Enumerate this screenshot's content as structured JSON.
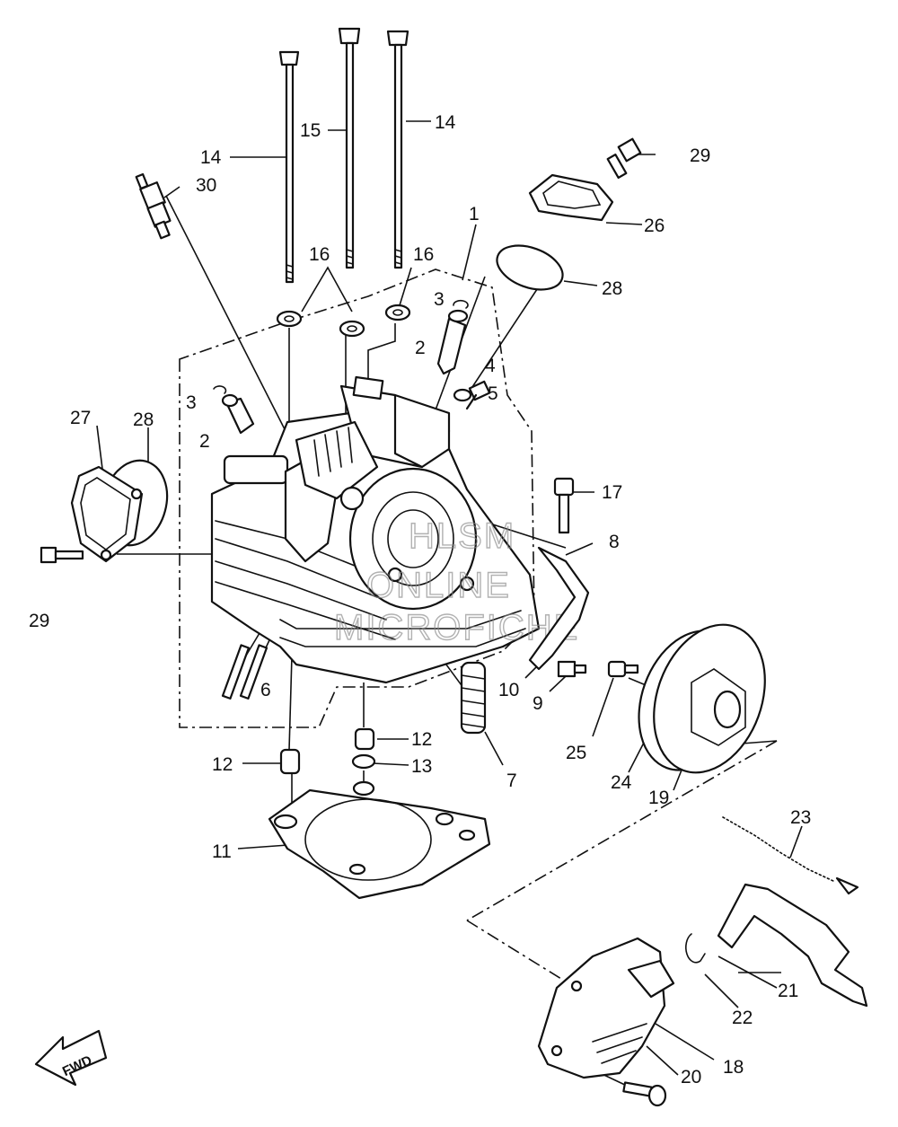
{
  "part_labels": {
    "p1": "1",
    "p2a": "2",
    "p2b": "2",
    "p3a": "3",
    "p3b": "3",
    "p4": "4",
    "p5": "5",
    "p6": "6",
    "p7": "7",
    "p8": "8",
    "p9": "9",
    "p10": "10",
    "p11": "11",
    "p12a": "12",
    "p12b": "12",
    "p13": "13",
    "p14a": "14",
    "p14b": "14",
    "p15": "15",
    "p16a": "16",
    "p16b": "16",
    "p17": "17",
    "p18": "18",
    "p19": "19",
    "p20": "20",
    "p21": "21",
    "p22": "22",
    "p23": "23",
    "p24": "24",
    "p25": "25",
    "p26": "26",
    "p27": "27",
    "p28a": "28",
    "p28b": "28",
    "p29a": "29",
    "p29b": "29",
    "p30": "30"
  },
  "watermark": [
    "HLSM",
    "ONLINE",
    "MICROFICHE"
  ],
  "direction_arrow": {
    "label": "FWD",
    "icon": "forward-arrow-icon"
  }
}
